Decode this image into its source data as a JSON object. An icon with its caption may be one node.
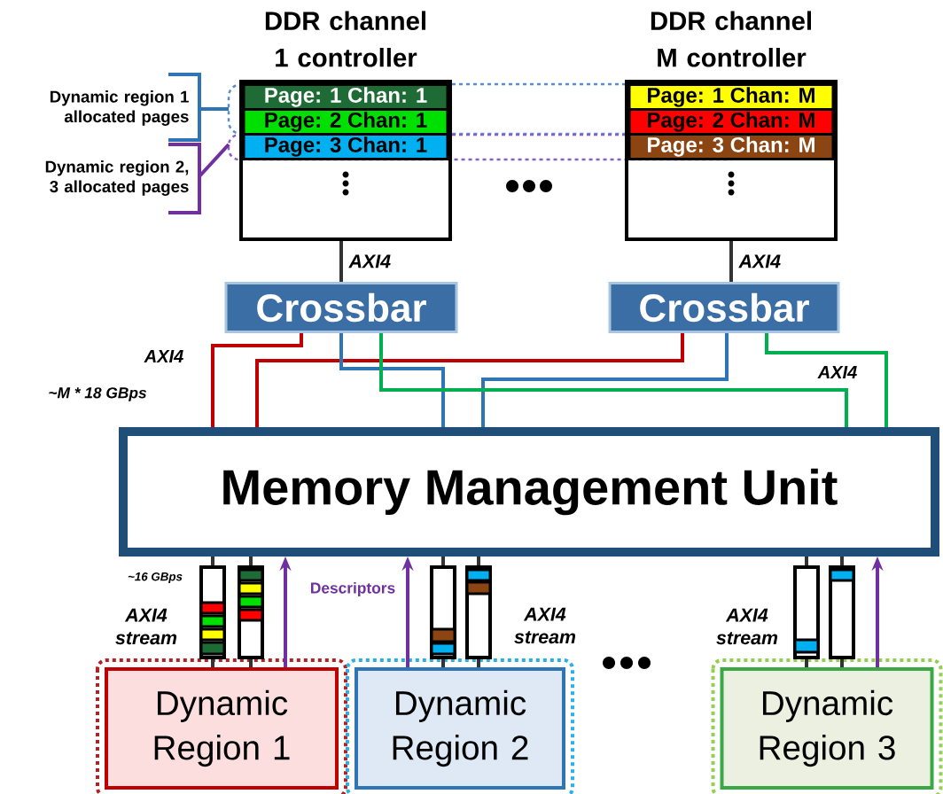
{
  "diagram": {
    "nodes": [
      {
        "text": [
          "DDR channel 1 controller"
        ]
      },
      {
        "text": [
          "Page: 1 Chan: 1"
        ],
        "in": 0
      },
      {
        "text": [
          "Page: 2 Chan: 1"
        ],
        "in": 0
      },
      {
        "text": [
          "Page: 3 Chan: 1"
        ],
        "in": 0
      },
      {
        "text": [
          "DDR channel M controller"
        ]
      },
      {
        "text": [
          "Page: 1 Chan: M"
        ],
        "in": 4
      },
      {
        "text": [
          "Page: 2 Chan: M"
        ],
        "in": 4
      },
      {
        "text": [
          "Page: 3 Chan: M"
        ],
        "in": 4
      },
      {
        "text": [
          "Crossbar"
        ]
      },
      {
        "text": [
          "Crossbar"
        ]
      },
      {
        "text": [
          "Memory Management Unit"
        ]
      },
      {
        "text": [
          "Dynamic Region 1"
        ]
      },
      {
        "text": [
          "Dynamic Region 2"
        ]
      },
      {
        "text": [
          "Dynamic Region 3"
        ]
      }
    ],
    "edges": [
      {
        "from": 0,
        "to": 8,
        "arrow": "none",
        "label": "AXI4"
      },
      {
        "from": 4,
        "to": 9,
        "arrow": "none",
        "label": "AXI4"
      },
      {
        "from": 8,
        "to": 10,
        "arrow": "none",
        "color": "#c00000"
      },
      {
        "from": 9,
        "to": 10,
        "arrow": "none",
        "color": "#c00000"
      },
      {
        "from": 8,
        "to": 10,
        "arrow": "none",
        "color": "#2e75b6"
      },
      {
        "from": 9,
        "to": 10,
        "arrow": "none",
        "color": "#2e75b6"
      },
      {
        "from": 8,
        "to": 10,
        "arrow": "none",
        "color": "#00b050"
      },
      {
        "from": 9,
        "to": 10,
        "arrow": "none",
        "color": "#00b050"
      },
      {
        "from": 10,
        "to": 11,
        "arrow": "none"
      },
      {
        "from": 10,
        "to": 11,
        "arrow": "none"
      },
      {
        "from": 11,
        "to": 10,
        "arrow": "to",
        "color": "#7030a0"
      },
      {
        "from": 12,
        "to": 10,
        "arrow": "to",
        "color": "#7030a0"
      },
      {
        "from": 10,
        "to": 12,
        "arrow": "none"
      },
      {
        "from": 10,
        "to": 12,
        "arrow": "none"
      },
      {
        "from": 10,
        "to": 13,
        "arrow": "none"
      },
      {
        "from": 10,
        "to": 13,
        "arrow": "none"
      },
      {
        "from": 13,
        "to": 10,
        "arrow": "to",
        "color": "#7030a0"
      }
    ],
    "labels": [
      "Dynamic region 1 allocated pages",
      "Dynamic region 2, 3 allocated pages",
      "AXI4",
      "AXI4",
      "~M * 18 GBps",
      "~16 GBps",
      "AXI4 stream",
      "Descriptors",
      "AXI4 stream",
      "AXI4 stream"
    ]
  }
}
